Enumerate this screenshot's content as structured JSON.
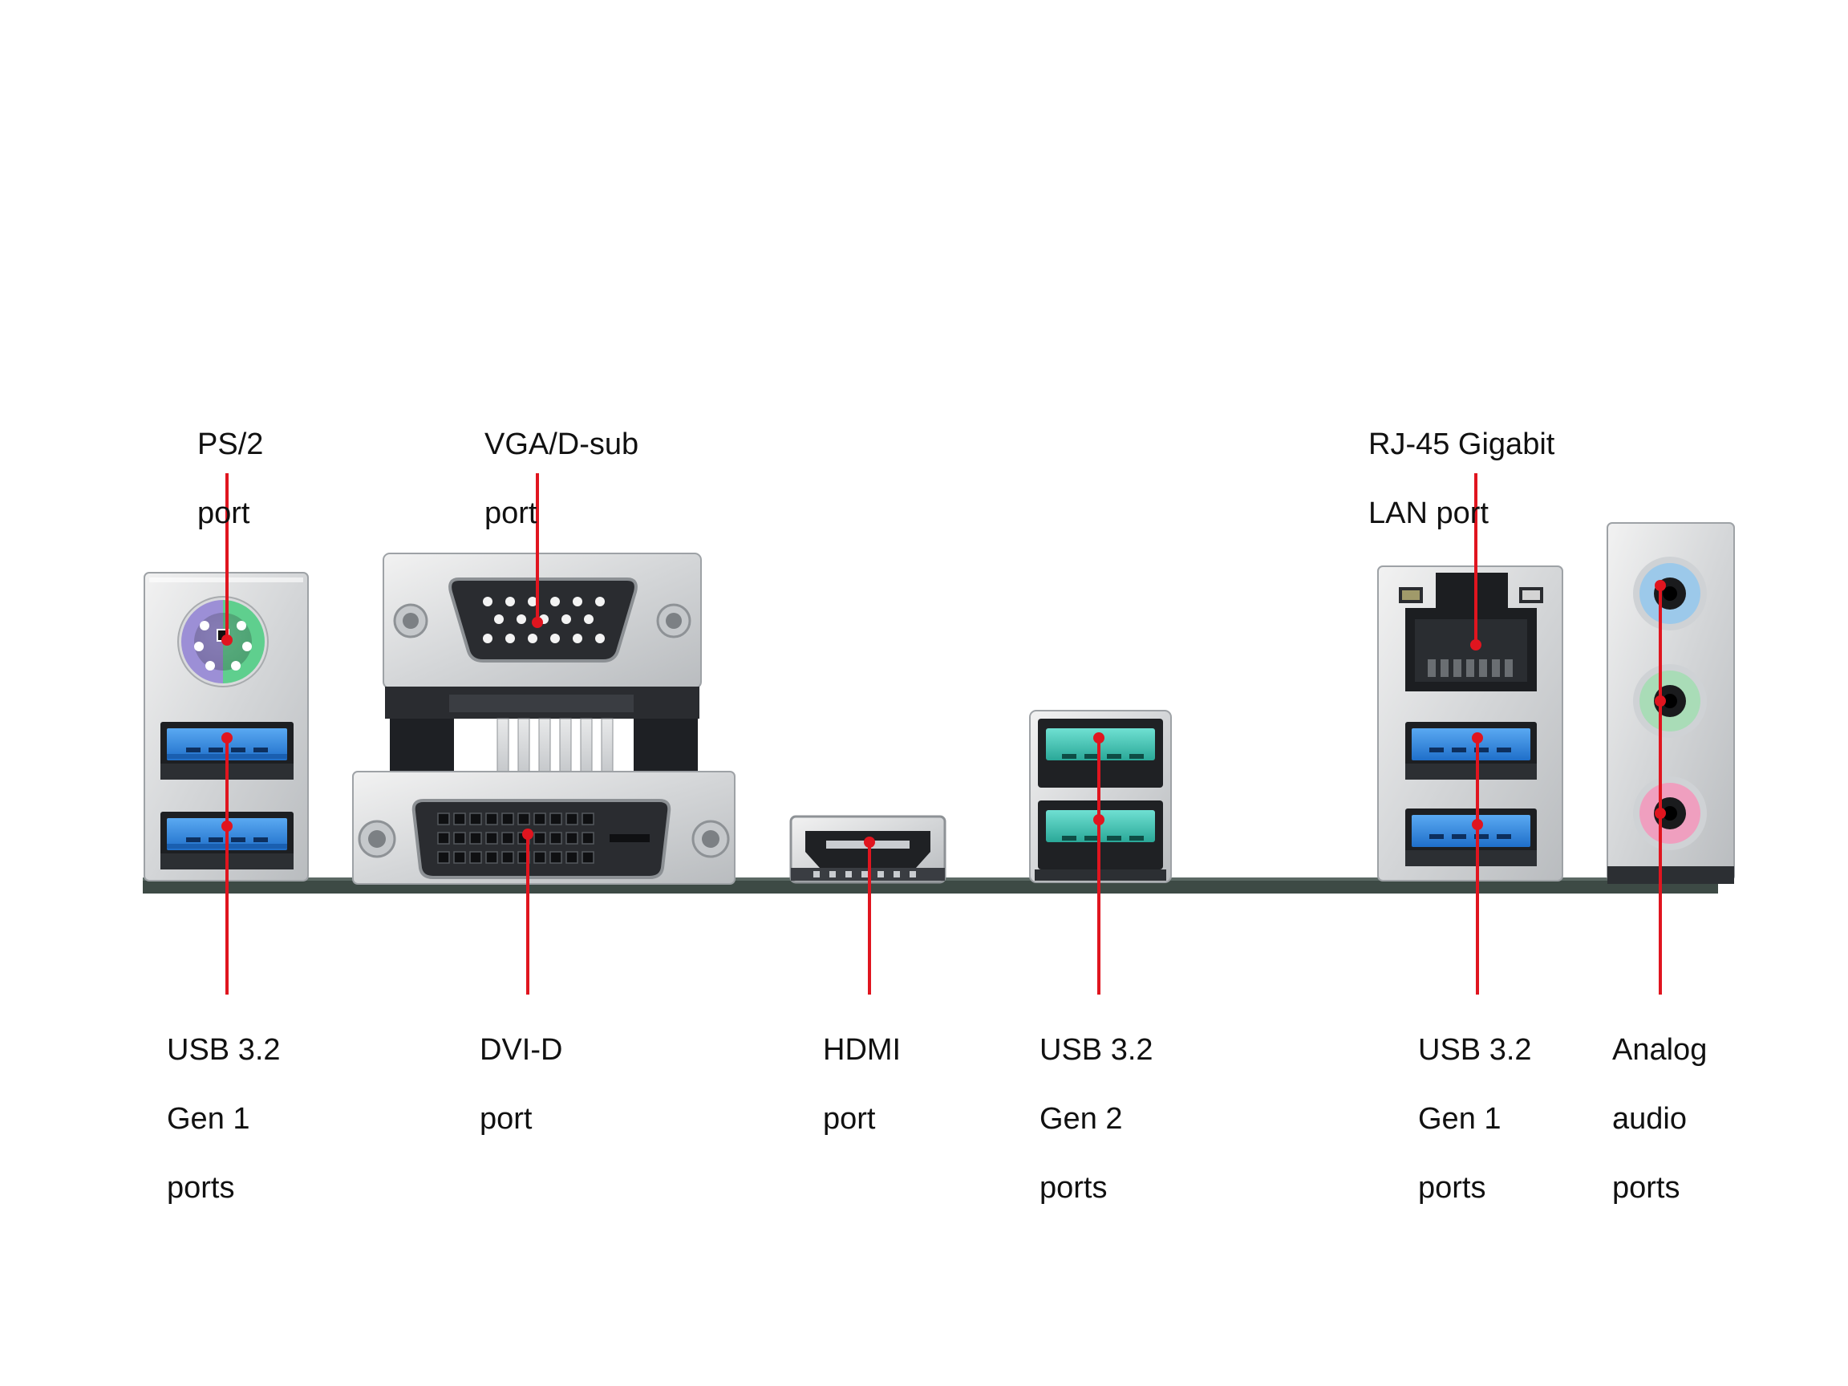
{
  "labels": {
    "ps2": [
      "PS/2",
      "port"
    ],
    "vga": [
      "VGA/D-sub",
      "port"
    ],
    "lan": [
      "RJ-45 Gigabit",
      "LAN port"
    ],
    "usb_left": [
      "USB 3.2",
      "Gen 1",
      "ports"
    ],
    "dvi": [
      "DVI-D",
      "port"
    ],
    "hdmi": [
      "HDMI",
      "port"
    ],
    "usb_gen2": [
      "USB 3.2",
      "Gen 2",
      "ports"
    ],
    "usb_right": [
      "USB 3.2",
      "Gen 1",
      "ports"
    ],
    "audio": [
      "Analog",
      "audio",
      "ports"
    ]
  },
  "colors": {
    "leader_line": "#e0151f",
    "usb_gen1_blue": "#2f8be6",
    "usb_gen2_teal": "#3fc3b4",
    "ps2_mouse_green": "#5fcf8e",
    "ps2_keyboard_purple": "#9c8fd6",
    "audio_blue": "#9cc9ea",
    "audio_green": "#a9dcb7",
    "audio_pink": "#ef9fbf",
    "board_edge": "#3d4a45"
  }
}
